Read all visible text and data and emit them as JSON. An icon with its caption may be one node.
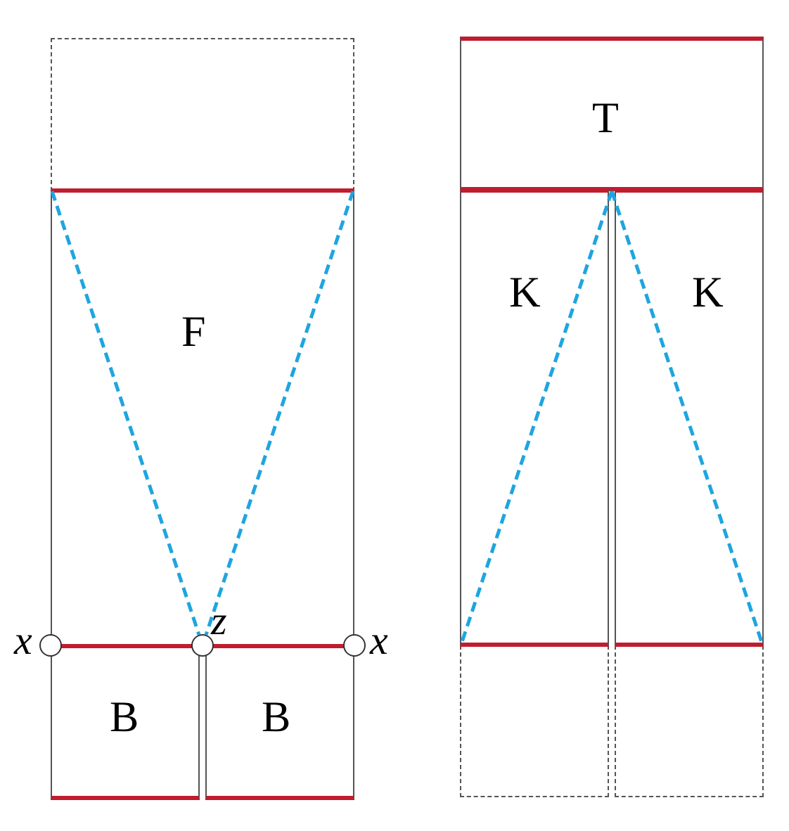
{
  "diagram": {
    "nodes": [
      {
        "text": [],
        "shape": "circle",
        "beside": [
          "x"
        ]
      },
      {
        "text": [],
        "shape": "circle",
        "beside": [
          "z"
        ]
      },
      {
        "text": [],
        "shape": "circle",
        "beside": [
          "x"
        ]
      }
    ],
    "edges": [
      {
        "from": null,
        "to": 1,
        "arrow": "none",
        "style": "dashed"
      },
      {
        "from": null,
        "to": 1,
        "arrow": "none",
        "style": "dashed"
      }
    ],
    "labels": [
      "T",
      "K",
      "K",
      "F",
      "B",
      "B"
    ]
  }
}
